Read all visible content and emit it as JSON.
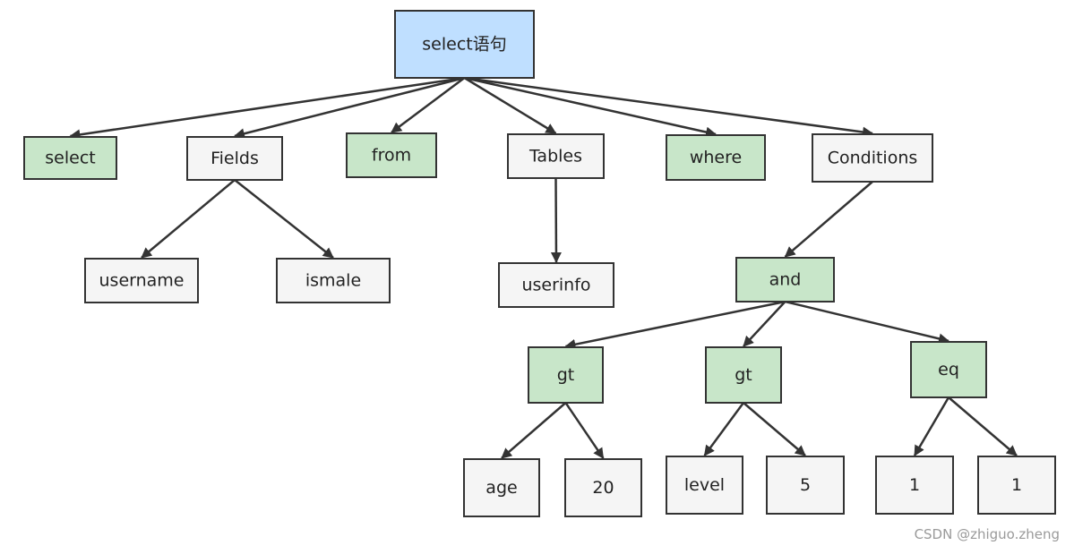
{
  "colors": {
    "root_fill": "#bfdfff",
    "keyword_fill": "#c8e6c9",
    "node_fill": "#f5f5f5",
    "stroke": "#333333"
  },
  "nodes": {
    "root": {
      "label": "select语句",
      "kind": "root"
    },
    "select": {
      "label": "select",
      "kind": "keyword"
    },
    "fields": {
      "label": "Fields",
      "kind": "node"
    },
    "from": {
      "label": "from",
      "kind": "keyword"
    },
    "tables": {
      "label": "Tables",
      "kind": "node"
    },
    "where": {
      "label": "where",
      "kind": "keyword"
    },
    "conditions": {
      "label": "Conditions",
      "kind": "node"
    },
    "username": {
      "label": "username",
      "kind": "node"
    },
    "ismale": {
      "label": "ismale",
      "kind": "node"
    },
    "userinfo": {
      "label": "userinfo",
      "kind": "node"
    },
    "and": {
      "label": "and",
      "kind": "keyword"
    },
    "gt1": {
      "label": "gt",
      "kind": "keyword"
    },
    "gt2": {
      "label": "gt",
      "kind": "keyword"
    },
    "eq": {
      "label": "eq",
      "kind": "keyword"
    },
    "age": {
      "label": "age",
      "kind": "node"
    },
    "val20": {
      "label": "20",
      "kind": "node"
    },
    "level": {
      "label": "level",
      "kind": "node"
    },
    "val5": {
      "label": "5",
      "kind": "node"
    },
    "one_a": {
      "label": "1",
      "kind": "node"
    },
    "one_b": {
      "label": "1",
      "kind": "node"
    }
  },
  "edges": [
    [
      "root",
      "select"
    ],
    [
      "root",
      "fields"
    ],
    [
      "root",
      "from"
    ],
    [
      "root",
      "tables"
    ],
    [
      "root",
      "where"
    ],
    [
      "root",
      "conditions"
    ],
    [
      "fields",
      "username"
    ],
    [
      "fields",
      "ismale"
    ],
    [
      "tables",
      "userinfo"
    ],
    [
      "conditions",
      "and"
    ],
    [
      "and",
      "gt1"
    ],
    [
      "and",
      "gt2"
    ],
    [
      "and",
      "eq"
    ],
    [
      "gt1",
      "age"
    ],
    [
      "gt1",
      "val20"
    ],
    [
      "gt2",
      "level"
    ],
    [
      "gt2",
      "val5"
    ],
    [
      "eq",
      "one_a"
    ],
    [
      "eq",
      "one_b"
    ]
  ],
  "watermark": "CSDN @zhiguo.zheng"
}
